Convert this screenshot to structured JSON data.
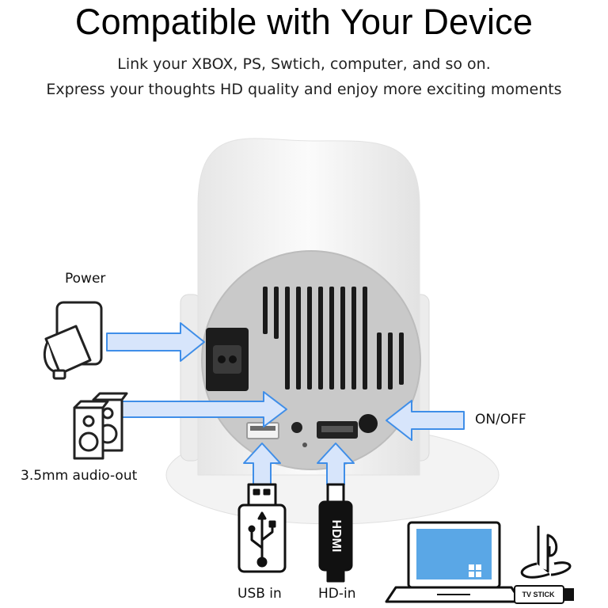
{
  "header": {
    "title": "Compatible with Your Device",
    "subtitle_line1": "Link your XBOX, PS, Swtich, computer,  and so on.",
    "subtitle_line2": "Express your thoughts HD quality and enjoy more exciting moments"
  },
  "ports": {
    "power_label": "Power",
    "audio_label": "3.5mm audio-out",
    "onoff_label": "ON/OFF",
    "usb_label": "USB in",
    "hdmi_label": "HD-in"
  },
  "devices": {
    "hdmi_plug_text": "HDMI",
    "tv_stick_text": "TV STICK"
  },
  "colors": {
    "arrow_fill": "#d7e5fb",
    "arrow_stroke": "#3f8ee8",
    "panel": "#c9c9c9",
    "projector_body": "#f1f1f1",
    "laptop_screen": "#5aa7e6"
  }
}
